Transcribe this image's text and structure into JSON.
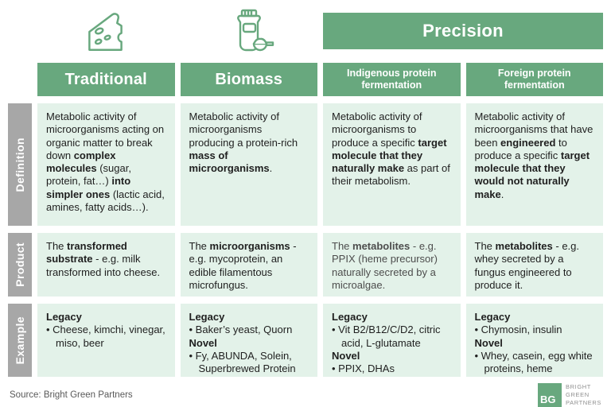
{
  "colors": {
    "green": "#68a87e",
    "mint": "#e3f2e9",
    "label_gray": "#a7a7a7",
    "text": "#1f1f1f",
    "muted": "#4d4d4d",
    "footer_text": "#595959",
    "logo_gray": "#8f8f8f"
  },
  "header": {
    "precision_label": "Precision",
    "icons": [
      "cheese-icon",
      "protein-powder-icon"
    ],
    "columns": [
      {
        "label": "Traditional"
      },
      {
        "label": "Biomass"
      },
      {
        "label": "Indigenous protein fermentation"
      },
      {
        "label": "Foreign protein fermentation"
      }
    ]
  },
  "rows": [
    {
      "label": "Definition",
      "cells": [
        {
          "lines": [
            {
              "parts": [
                {
                  "t": "Metabolic activity of microorganisms acting on organic matter to break down "
                },
                {
                  "t": "complex molecules",
                  "b": true
                },
                {
                  "t": " (sugar, protein, fat…) "
                },
                {
                  "t": "into simpler ones",
                  "b": true
                },
                {
                  "t": " (lactic acid, amines, fatty acids…)."
                }
              ]
            }
          ]
        },
        {
          "lines": [
            {
              "parts": [
                {
                  "t": "Metabolic activity of microorganisms producing a protein-rich "
                },
                {
                  "t": "mass of microorganisms",
                  "b": true
                },
                {
                  "t": "."
                }
              ]
            }
          ]
        },
        {
          "lines": [
            {
              "parts": [
                {
                  "t": "Metabolic activity of microorganisms to produce a specific "
                },
                {
                  "t": "target molecule that they naturally make",
                  "b": true
                },
                {
                  "t": " as part of their metabolism."
                }
              ]
            }
          ]
        },
        {
          "lines": [
            {
              "parts": [
                {
                  "t": "Metabolic activity of microorganisms that have been "
                },
                {
                  "t": "engineered",
                  "b": true
                },
                {
                  "t": " to produce a specific "
                },
                {
                  "t": "target molecule that they would not naturally make",
                  "b": true
                },
                {
                  "t": "."
                }
              ]
            }
          ]
        }
      ]
    },
    {
      "label": "Product",
      "cells": [
        {
          "lines": [
            {
              "parts": [
                {
                  "t": "The "
                },
                {
                  "t": "transformed substrate",
                  "b": true
                },
                {
                  "t": " - e.g. milk transformed into cheese."
                }
              ]
            }
          ]
        },
        {
          "lines": [
            {
              "parts": [
                {
                  "t": "The "
                },
                {
                  "t": "microorganisms",
                  "b": true
                },
                {
                  "t": " - e.g. mycoprotein, an edible filamentous microfungus."
                }
              ]
            }
          ]
        },
        {
          "lines": [
            {
              "parts": [
                {
                  "t": "The "
                },
                {
                  "t": "metabolites",
                  "b": true
                },
                {
                  "t": " - e.g. PPIX (heme precursor) naturally secreted by a microalgae."
                }
              ]
            }
          ]
        },
        {
          "lines": [
            {
              "parts": [
                {
                  "t": "The "
                },
                {
                  "t": "metabolites",
                  "b": true
                },
                {
                  "t": " - e.g. whey secreted by a fungus engineered to produce it."
                }
              ]
            }
          ]
        }
      ]
    },
    {
      "label": "Example",
      "cells": [
        {
          "lines": [
            {
              "parts": [
                {
                  "t": "Legacy",
                  "b": true
                }
              ]
            },
            {
              "bullet": true,
              "parts": [
                {
                  "t": "• Cheese, kimchi, vinegar, miso, beer"
                }
              ]
            }
          ]
        },
        {
          "lines": [
            {
              "parts": [
                {
                  "t": "Legacy",
                  "b": true
                }
              ]
            },
            {
              "bullet": true,
              "parts": [
                {
                  "t": "• Baker’s yeast, Quorn"
                }
              ]
            },
            {
              "parts": [
                {
                  "t": "Novel",
                  "b": true
                }
              ]
            },
            {
              "bullet": true,
              "parts": [
                {
                  "t": "• Fy, ABUNDA, Solein, Superbrewed Protein"
                }
              ]
            }
          ]
        },
        {
          "lines": [
            {
              "parts": [
                {
                  "t": "Legacy",
                  "b": true
                }
              ]
            },
            {
              "bullet": true,
              "parts": [
                {
                  "t": "• Vit B2/B12/C/D2, citric acid, L-glutamate"
                }
              ]
            },
            {
              "parts": [
                {
                  "t": "Novel",
                  "b": true
                }
              ]
            },
            {
              "bullet": true,
              "parts": [
                {
                  "t": "• PPIX, DHAs"
                }
              ]
            }
          ]
        },
        {
          "lines": [
            {
              "parts": [
                {
                  "t": "Legacy",
                  "b": true
                }
              ]
            },
            {
              "bullet": true,
              "parts": [
                {
                  "t": "• Chymosin, insulin"
                }
              ]
            },
            {
              "parts": [
                {
                  "t": "Novel",
                  "b": true
                }
              ]
            },
            {
              "bullet": true,
              "parts": [
                {
                  "t": "• Whey, casein, egg white proteins, heme"
                }
              ]
            }
          ]
        }
      ]
    }
  ],
  "footer": {
    "source": "Source: Bright Green Partners",
    "logo": {
      "monogram": "BG",
      "lines": [
        "BRIGHT",
        "GREEN",
        "PARTNERS"
      ]
    }
  }
}
